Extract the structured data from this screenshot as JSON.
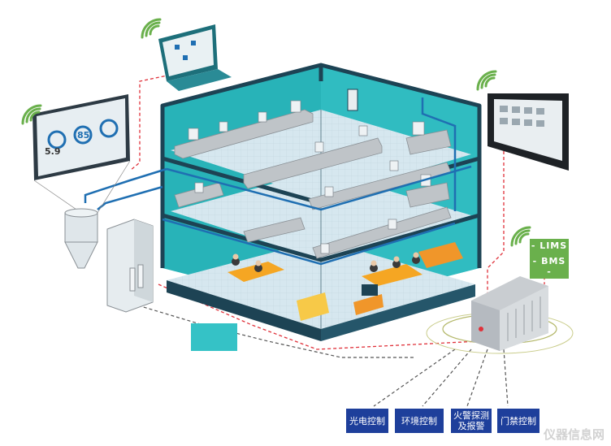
{
  "labels": {
    "lims": "- LIMS -",
    "bms": "- BMS -"
  },
  "controls": [
    {
      "label": "光电控制"
    },
    {
      "label": "环境控制"
    },
    {
      "label_line1": "火警探测",
      "label_line2": "及报警"
    },
    {
      "label": "门禁控制"
    }
  ],
  "monitor_readouts": {
    "value_a": "5.9",
    "value_b": "85"
  },
  "watermark": "仪器信息网",
  "colors": {
    "wall_teal": "#28b3b8",
    "frame_dark": "#1d4354",
    "pipe_blue": "#1f6fb2",
    "tag_green": "#6ab04c",
    "control_blue": "#1e3f9b",
    "red_dash": "#e0313a",
    "cabinet_gray": "#c9cdd1"
  },
  "icons": [
    "wifi-icon",
    "laptop-icon",
    "tablet-icon",
    "wall-monitor-icon",
    "server-cabinet-icon",
    "tank-icon"
  ]
}
